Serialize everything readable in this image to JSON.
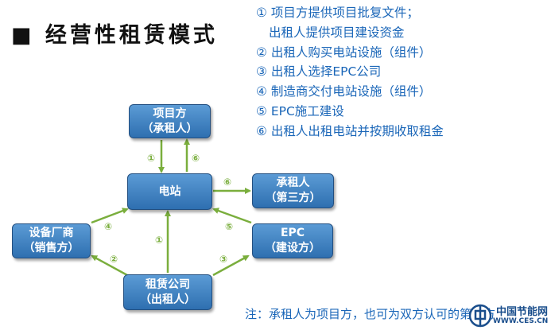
{
  "title": "■ 经营性租赁模式",
  "steps": [
    "① 项目方提供项目批复文件；",
    "出租人提供项目建设资金",
    "② 出租人购买电站设施（组件）",
    "③ 出租人选择EPC公司",
    "④ 制造商交付电站设施（组件）",
    "⑤ EPC施工建设",
    "⑥ 出租人出租电站并按期收取租金"
  ],
  "nodes": {
    "project": {
      "line1": "项目方",
      "line2": "（承租人）"
    },
    "station": {
      "line1": "电站"
    },
    "lessee": {
      "line1": "承租人",
      "line2": "（第三方）"
    },
    "supplier": {
      "line1": "设备厂商",
      "line2": "（销售方）"
    },
    "epc": {
      "line1": "EPC",
      "line2": "（建设方）"
    },
    "leasing": {
      "line1": "租赁公司",
      "line2": "（出租人）"
    }
  },
  "edge_labels": {
    "project_to_station": "①",
    "station_to_project": "⑥",
    "station_to_lessee": "⑥",
    "station_to_supplier": "④",
    "leasing_to_station": "①",
    "epc_to_station": "⑤",
    "leasing_to_supplier": "②",
    "leasing_to_epc": "③"
  },
  "note": "注：承租人为项目方，也可为双方认可的第三方",
  "watermark": {
    "line1": "中国节能网",
    "line2": "WWW.CES.CN"
  },
  "colors": {
    "box_top": "#5b9bd5",
    "box_bottom": "#2e6fb0",
    "arrow": "#7aae3d",
    "step_text": "#1a66b8"
  }
}
